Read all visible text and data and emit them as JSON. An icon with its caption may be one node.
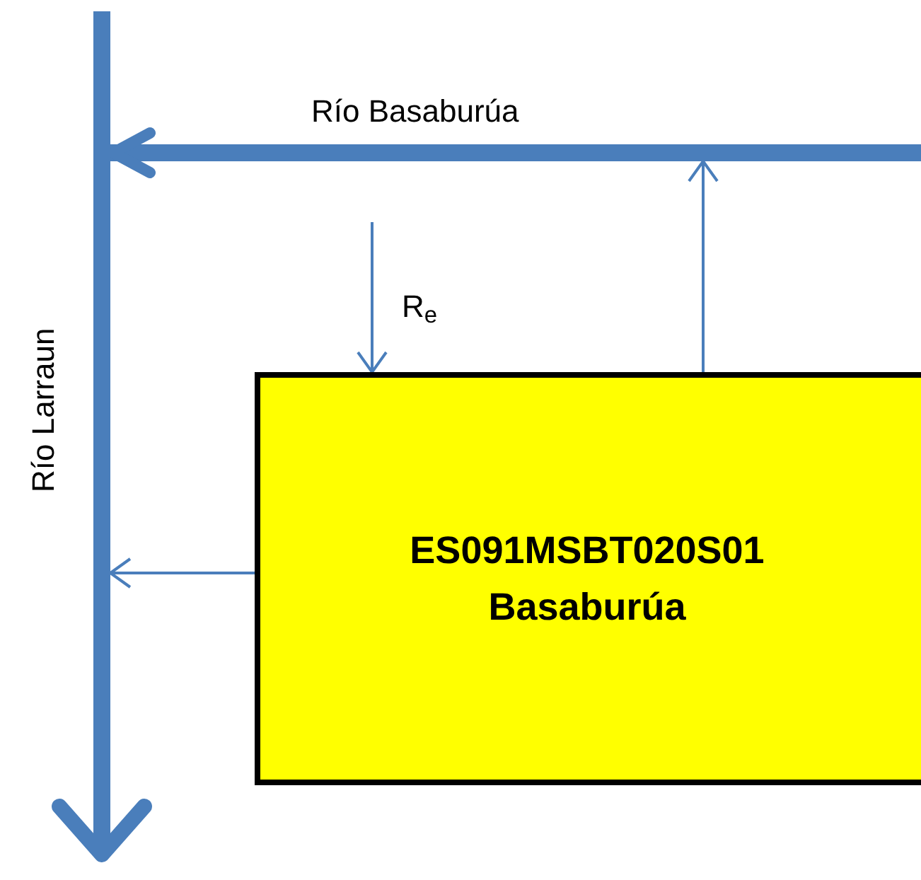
{
  "diagram": {
    "nodes": [
      {
        "text": [],
        "shape": "bar",
        "beside": [
          "Río Larraun"
        ]
      },
      {
        "text": [],
        "shape": "bar",
        "beside": [
          "Río Basaburúa"
        ]
      },
      {
        "text": [
          "ES091MSBT020S01",
          "Basaburúa"
        ]
      }
    ],
    "edges": [
      {
        "from": 1,
        "to": 0,
        "arrow": "to",
        "style": "thick"
      },
      {
        "from": null,
        "to": 2,
        "arrow": "to",
        "label": "R$_{e}$"
      },
      {
        "from": 2,
        "to": 1,
        "arrow": "to"
      },
      {
        "from": 2,
        "to": 0,
        "arrow": "to"
      }
    ]
  }
}
